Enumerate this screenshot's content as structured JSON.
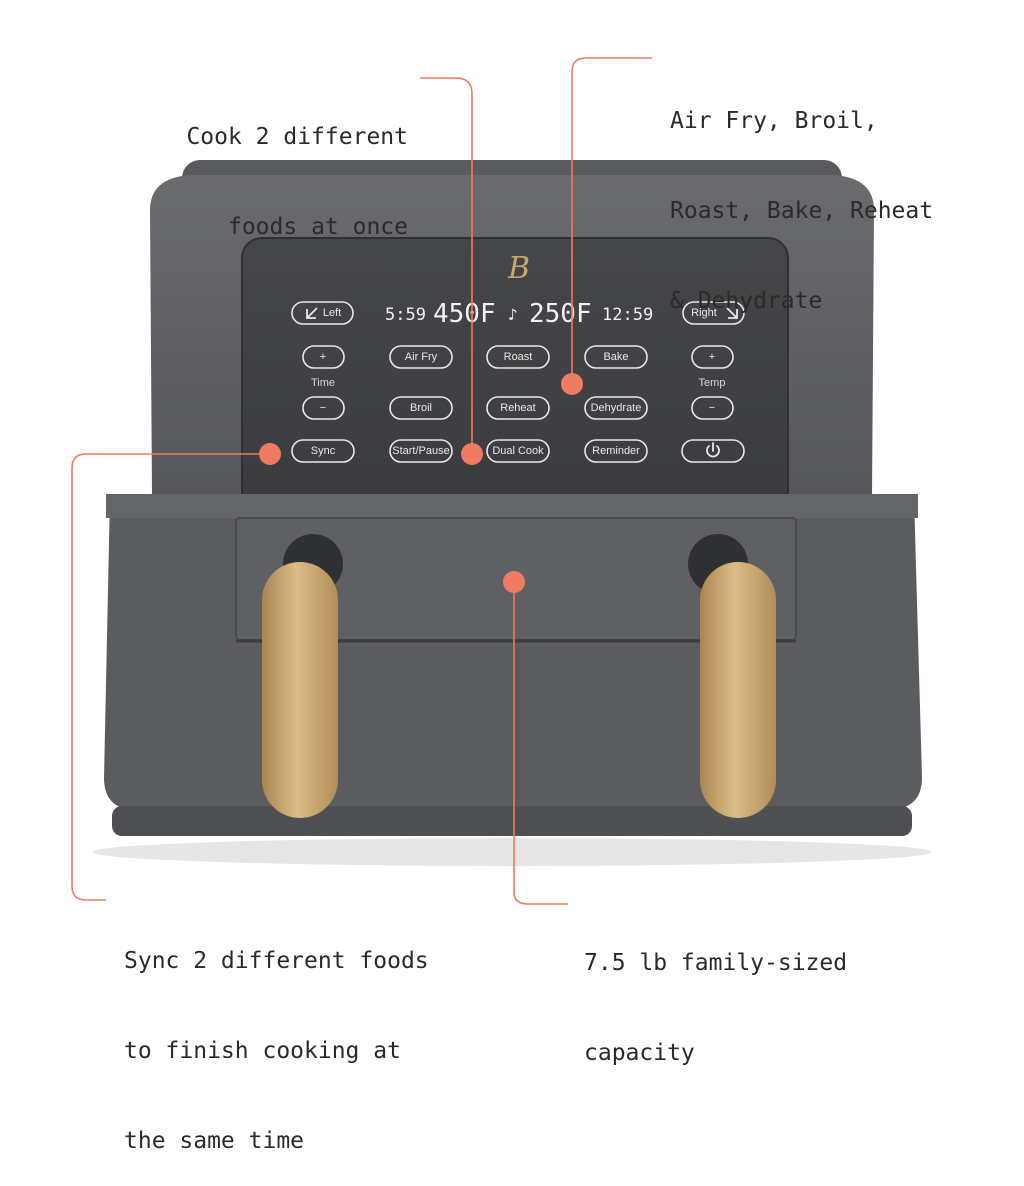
{
  "callouts": {
    "top_left": [
      "Cook 2 different",
      "foods at once"
    ],
    "top_right": [
      "Air Fry, Broil,",
      "Roast, Bake, Reheat",
      "& Dehydrate"
    ],
    "bottom_left": [
      "Sync 2 different foods",
      "to finish cooking at",
      "the same time"
    ],
    "bottom_right": [
      "7.5 lb family-sized",
      "capacity"
    ]
  },
  "panel": {
    "logo": "B",
    "display": {
      "left_time": "5:59",
      "left_temp": "450F",
      "right_temp": "250F",
      "right_time": "12:59"
    },
    "buttons": {
      "left": "Left",
      "right": "Right",
      "air_fry": "Air Fry",
      "roast": "Roast",
      "bake": "Bake",
      "broil": "Broil",
      "reheat": "Reheat",
      "dehydrate": "Dehydrate",
      "sync": "Sync",
      "start_pause": "Start/Pause",
      "dual_cook": "Dual Cook",
      "reminder": "Reminder",
      "time_plus": "+",
      "time_minus": "−",
      "temp_plus": "+",
      "temp_minus": "−"
    },
    "time_label": "Time",
    "temp_label": "Temp"
  },
  "colors": {
    "accent_coral": "#f07a63",
    "body_gray": "#5e5f62",
    "panel_dark": "#3f4043",
    "handle_gold": "#c9a66b"
  }
}
